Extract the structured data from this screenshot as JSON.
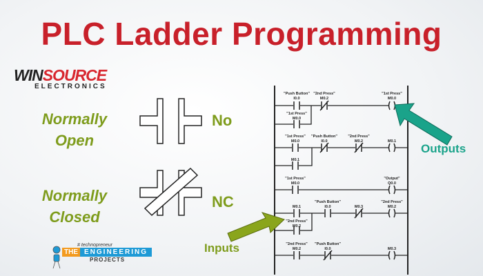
{
  "title": "PLC Ladder Programming",
  "logo": {
    "brand_part1": "WIN",
    "brand_part2": "SOURCE",
    "subtitle": "ELECTRONICS"
  },
  "normally_open": {
    "line1": "Normally",
    "line2": "Open",
    "abbr": "No"
  },
  "normally_closed": {
    "line1": "Normally",
    "line2": "Closed",
    "abbr": "NC"
  },
  "annotations": {
    "outputs": "Outputs",
    "inputs": "Inputs",
    "outputs_color": "#1aa38a",
    "inputs_color": "#8aa51c"
  },
  "watermark": {
    "tag": "# technopreneur",
    "the": "THE",
    "engineering": "ENGINEERING",
    "projects": "PROJECTS"
  },
  "ladder": {
    "r1c1": {
      "name": "\"Push Button\"",
      "addr": "I0.0"
    },
    "r1c2": {
      "name": "\"2nd Press\"",
      "addr": "M0.2"
    },
    "r1coil": {
      "name": "\"1st Press\"",
      "addr": "M0.0"
    },
    "r1b": {
      "name": "\"1st Press\"",
      "addr": "M0.0"
    },
    "r2c1": {
      "name": "\"1st Press\"",
      "addr": "M0.0"
    },
    "r2c2": {
      "name": "\"Push Button\"",
      "addr": "I0.0"
    },
    "r2c3": {
      "name": "\"2nd Press\"",
      "addr": "M0.2"
    },
    "r2coil": {
      "addr": "M0.1"
    },
    "r2b": {
      "addr": "M0.1"
    },
    "r3c1": {
      "name": "\"1st Press\"",
      "addr": "M0.0"
    },
    "r3coil": {
      "name": "\"Output\"",
      "addr": "Q0.0"
    },
    "r4c1": {
      "addr": "M0.1"
    },
    "r4c2": {
      "name": "\"Push Button\"",
      "addr": "I0.0"
    },
    "r4c3": {
      "addr": "M0.3"
    },
    "r4coil": {
      "name": "\"2nd Press\"",
      "addr": "M0.2"
    },
    "r4b": {
      "name": "\"2nd Press\"",
      "addr": "M0.2"
    },
    "r5c1": {
      "name": "\"2nd Press\"",
      "addr": "M0.2"
    },
    "r5c2": {
      "name": "\"Push Button\"",
      "addr": "I0.0"
    },
    "r5coil": {
      "addr": "M0.3"
    }
  }
}
